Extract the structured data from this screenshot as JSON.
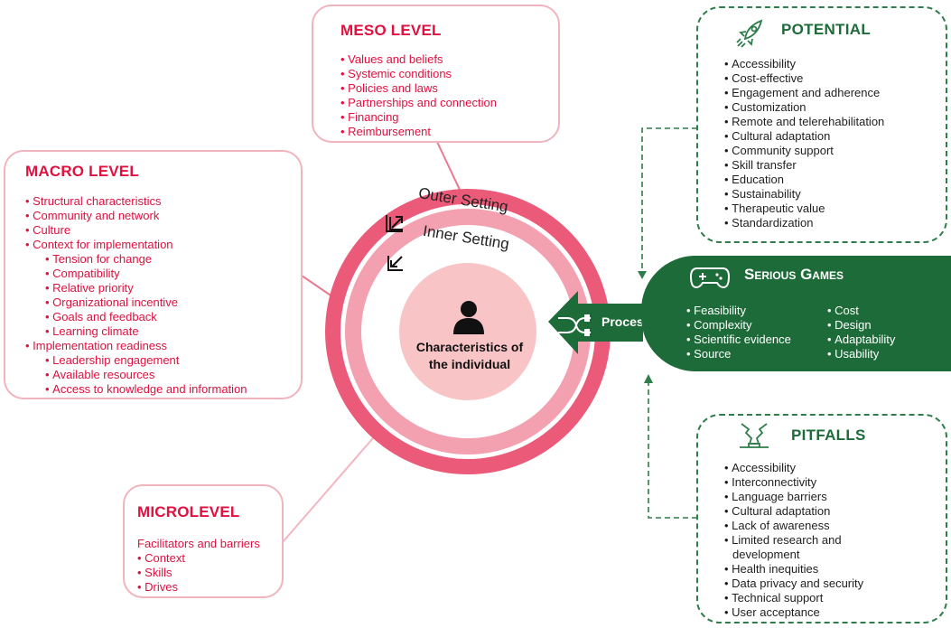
{
  "meso": {
    "title": "MESO LEVEL",
    "items": [
      "Values and beliefs",
      "Systemic conditions",
      "Policies and laws",
      "Partnerships and connection",
      "Financing",
      "Reimbursement"
    ]
  },
  "macro": {
    "title": "MACRO LEVEL",
    "items": [
      "Structural characteristics",
      "Community and network",
      "Culture",
      "Context for implementation",
      "Tension for change",
      "Compatibility",
      "Relative priority",
      "Organizational incentive",
      "Goals and feedback",
      "Learning climate",
      "Implementation readiness",
      "Leadership engagement",
      "Available resources",
      "Access to knowledge and information"
    ]
  },
  "micro": {
    "title": "MICROLEVEL",
    "heading": "Facilitators and barriers",
    "items": [
      "Context",
      "Skills",
      "Drives"
    ]
  },
  "center": {
    "outer_label": "Outer Setting",
    "inner_label": "Inner Setting",
    "core_line1": "Characteristics of",
    "core_line2": "the individual"
  },
  "process_label": "Process",
  "serious_games": {
    "title": "Serious Games",
    "col1": [
      "Feasibility",
      "Complexity",
      "Scientific evidence",
      "Source"
    ],
    "col2": [
      "Cost",
      "Design",
      "Adaptability",
      "Usability"
    ]
  },
  "potential": {
    "title": "POTENTIAL",
    "items": [
      "Accessibility",
      "Cost-effective",
      "Engagement and adherence",
      "Customization",
      "Remote and telerehabilitation",
      "Cultural adaptation",
      "Community support",
      "Skill transfer",
      "Education",
      "Sustainability",
      "Therapeutic value",
      "Standardization"
    ]
  },
  "pitfalls": {
    "title": "PITFALLS",
    "items": [
      "Accessibility",
      "Interconnectivity",
      "Language barriers",
      "Cultural adaptation",
      "Lack of awareness",
      "Limited research and",
      "development",
      "Health inequities",
      "Data privacy and security",
      "Technical support",
      "User acceptance"
    ]
  },
  "colors": {
    "accent_red": "#e0103f",
    "outer_ring": "#eb5a78",
    "inner_ring": "#f3a0b0",
    "core": "#f8c4c6",
    "green": "#1e6b3a"
  },
  "icons": [
    "external-link-icon",
    "arrow-in-icon",
    "person-icon",
    "rocket-icon",
    "gamepad-icon",
    "pitfall-icon",
    "connector-icon"
  ]
}
